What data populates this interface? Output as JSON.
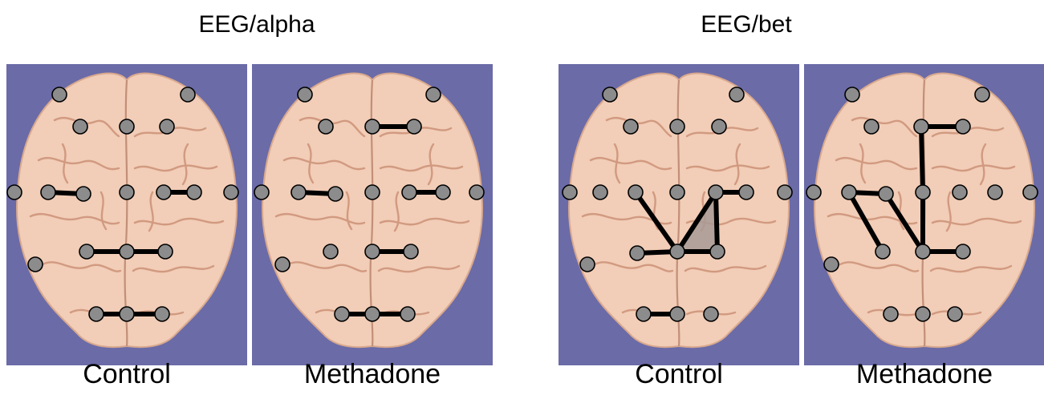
{
  "groups": [
    {
      "title": "EEG/alpha"
    },
    {
      "title": "EEG/bet"
    }
  ],
  "colors": {
    "background": "#6b6ba8",
    "brain": "#f2cdb7",
    "electrode_fill": "#8c8c8c",
    "connection": "#000000",
    "triangle_fill": "#a89a96"
  },
  "panels": [
    {
      "caption": "Control",
      "electrodes": [
        "e1",
        "e2",
        "e3",
        "e4",
        "e5",
        "e6",
        "e7",
        "e8",
        "e9",
        "e10",
        "e11",
        "e12",
        "e13",
        "e14",
        "e15",
        "e16",
        "e17",
        "e18",
        "e19"
      ],
      "connections": [
        [
          "e7",
          "e8"
        ],
        [
          "e10",
          "e11"
        ],
        [
          "e13",
          "e14"
        ],
        [
          "e14",
          "e15"
        ],
        [
          "e18",
          "e17"
        ],
        [
          "e17",
          "e19"
        ]
      ]
    },
    {
      "caption": "Methadone",
      "electrodes": [
        "e1",
        "e2",
        "e3",
        "e4",
        "e5",
        "e6",
        "e7",
        "e8",
        "e9",
        "e10",
        "e11",
        "e12",
        "e13",
        "e14",
        "e15",
        "e16",
        "e17",
        "e18",
        "e19"
      ],
      "connections": [
        [
          "e4",
          "e5"
        ],
        [
          "e7",
          "e8"
        ],
        [
          "e10",
          "e11"
        ],
        [
          "e14",
          "e15"
        ],
        [
          "e18",
          "e17"
        ],
        [
          "e17",
          "e19"
        ]
      ]
    },
    {
      "caption": "Control",
      "electrodes": [
        "e1",
        "e2",
        "e3",
        "e4",
        "e5",
        "e6",
        "e7",
        "e8",
        "e9",
        "e10",
        "e11",
        "e12",
        "e13",
        "e14",
        "e15",
        "e16",
        "e17",
        "e18",
        "e19"
      ],
      "connections": [
        [
          "e8",
          "e14"
        ],
        [
          "e13",
          "e14"
        ],
        [
          "e14",
          "e15"
        ],
        [
          "e14",
          "e10"
        ],
        [
          "e10",
          "e11"
        ],
        [
          "e10",
          "e15"
        ],
        [
          "e18",
          "e17"
        ]
      ],
      "shaded": [
        "e14",
        "e10",
        "e15"
      ]
    },
    {
      "caption": "Methadone",
      "electrodes": [
        "e1",
        "e2",
        "e3",
        "e4",
        "e5",
        "e6",
        "e7",
        "e8",
        "e9",
        "e10",
        "e11",
        "e12",
        "e13",
        "e14",
        "e15",
        "e16",
        "e17",
        "e18",
        "e19"
      ],
      "connections": [
        [
          "e4",
          "e5"
        ],
        [
          "e4",
          "e9"
        ],
        [
          "e9",
          "e14"
        ],
        [
          "e14",
          "e15"
        ],
        [
          "e7",
          "e8"
        ],
        [
          "e8",
          "e14"
        ],
        [
          "e7",
          "e13"
        ]
      ]
    }
  ]
}
